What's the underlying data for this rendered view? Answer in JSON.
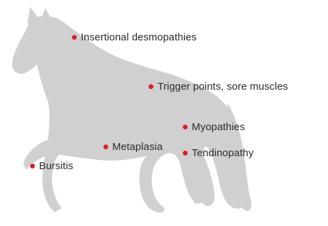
{
  "colors": {
    "horse": "#d0d0d0",
    "marker": "#e31c23",
    "text": "#2b2b2b"
  },
  "figure": {
    "silhouette_icon": "horse-silhouette-icon"
  },
  "callouts": [
    {
      "id": "insertional",
      "label": "Insertional desmopathies"
    },
    {
      "id": "trigger",
      "label": "Trigger points, sore muscles"
    },
    {
      "id": "myopathies",
      "label": "Myopathies"
    },
    {
      "id": "metaplasia",
      "label": "Metaplasia"
    },
    {
      "id": "tendinopathy",
      "label": "Tendinopathy"
    },
    {
      "id": "bursitis",
      "label": "Bursitis"
    }
  ]
}
